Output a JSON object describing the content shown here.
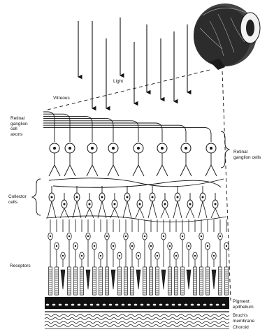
{
  "labels": {
    "light": "Light",
    "vitreous": "Vitreous",
    "rgc_axons": "Retinal\nganglion\ncell\naxons",
    "retinal_ganglion_cells": "Retinal\nganglion cells",
    "collector_cells": "Collector\ncells",
    "receptors": "Receptors",
    "pigment_epithelium": "Pigment\nepithelium",
    "bruchs_membrane": "Bruch's\nmembrane",
    "choroid": "Choroid"
  },
  "colors": {
    "ink": "#111111",
    "paper": "#ffffff",
    "eyeball": "#3a3a3a"
  },
  "icons": {
    "eye": "eyeball-cross-section-icon"
  }
}
